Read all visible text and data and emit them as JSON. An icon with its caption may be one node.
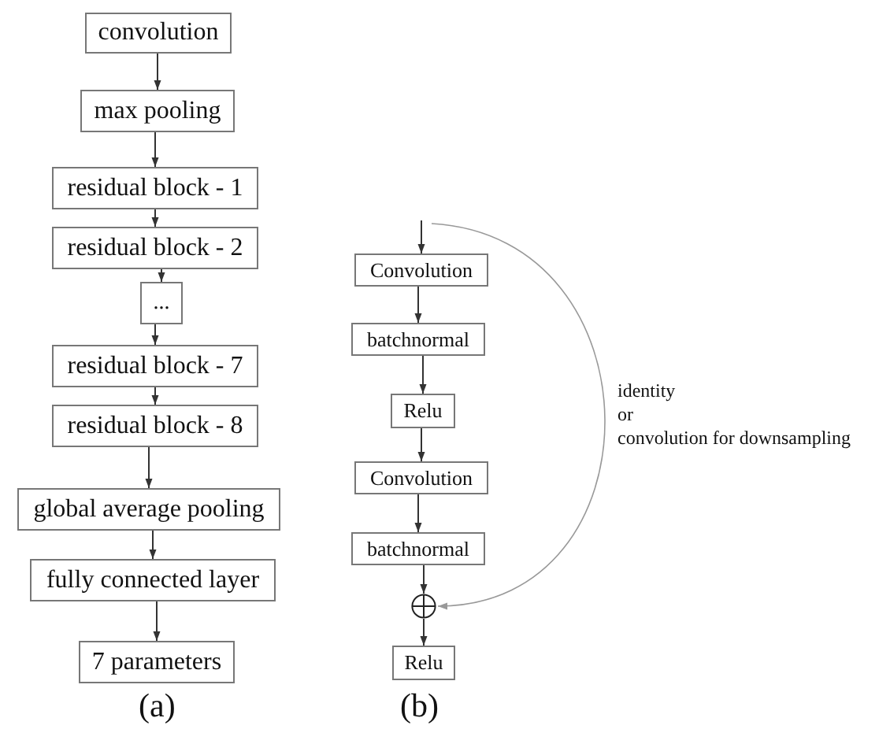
{
  "diagram": {
    "nodes": [
      {
        "text": [
          "convolution"
        ]
      },
      {
        "text": [
          "max pooling"
        ]
      },
      {
        "text": [
          "residual block - 1"
        ]
      },
      {
        "text": [
          "residual block - 2"
        ]
      },
      {
        "text": [
          "..."
        ]
      },
      {
        "text": [
          "residual block - 7"
        ]
      },
      {
        "text": [
          "residual block - 8"
        ]
      },
      {
        "text": [
          "global average pooling"
        ]
      },
      {
        "text": [
          "fully connected layer"
        ]
      },
      {
        "text": [
          "7 parameters"
        ]
      },
      {
        "text": [
          "Convolution"
        ]
      },
      {
        "text": [
          "batchnormal"
        ]
      },
      {
        "text": [
          "Relu"
        ]
      },
      {
        "text": [
          "Convolution"
        ]
      },
      {
        "text": [
          "batchnormal"
        ]
      },
      {
        "text": [],
        "shape": "circle"
      },
      {
        "text": [
          "Relu"
        ]
      }
    ],
    "edges": [
      {
        "from": 0,
        "to": 1,
        "arrow": "to"
      },
      {
        "from": 1,
        "to": 2,
        "arrow": "to"
      },
      {
        "from": 2,
        "to": 3,
        "arrow": "to"
      },
      {
        "from": 3,
        "to": 4,
        "arrow": "to"
      },
      {
        "from": 4,
        "to": 5,
        "arrow": "to"
      },
      {
        "from": 5,
        "to": 6,
        "arrow": "to"
      },
      {
        "from": 6,
        "to": 7,
        "arrow": "to"
      },
      {
        "from": 7,
        "to": 8,
        "arrow": "to"
      },
      {
        "from": 8,
        "to": 9,
        "arrow": "to"
      },
      {
        "from": null,
        "to": 10,
        "arrow": "to"
      },
      {
        "from": 10,
        "to": 11,
        "arrow": "to"
      },
      {
        "from": 11,
        "to": 12,
        "arrow": "to"
      },
      {
        "from": 12,
        "to": 13,
        "arrow": "to"
      },
      {
        "from": 13,
        "to": 14,
        "arrow": "to"
      },
      {
        "from": 14,
        "to": 15,
        "arrow": "to"
      },
      {
        "from": 15,
        "to": 16,
        "arrow": "to"
      },
      {
        "from": null,
        "to": 15,
        "arrow": "to",
        "color": "#999999"
      }
    ],
    "labels": [
      "identity",
      "or",
      "convolution for downsampling",
      "(a)",
      "(b)"
    ]
  }
}
